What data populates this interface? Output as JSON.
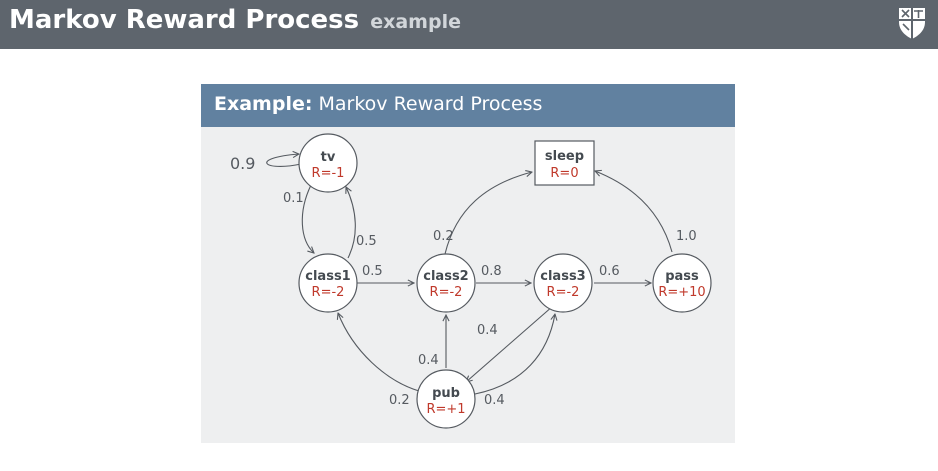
{
  "header": {
    "title": "Markov Reward Process",
    "subtitle": "example",
    "crest_icon": "shield-crest-icon"
  },
  "card": {
    "title_bold": "Example:",
    "title_rest": "Markov Reward Process"
  },
  "colors": {
    "topbar": "#5e656d",
    "card_header": "#6181a0",
    "card_bg": "#eeeff0",
    "reward_text": "#c0392b",
    "stroke": "#555a60"
  },
  "diagram": {
    "nodes": [
      {
        "id": "tv",
        "name": "tv",
        "reward": "R=-1",
        "shape": "circle"
      },
      {
        "id": "sleep",
        "name": "sleep",
        "reward": "R=0",
        "shape": "box"
      },
      {
        "id": "class1",
        "name": "class1",
        "reward": "R=-2",
        "shape": "circle"
      },
      {
        "id": "class2",
        "name": "class2",
        "reward": "R=-2",
        "shape": "circle"
      },
      {
        "id": "class3",
        "name": "class3",
        "reward": "R=-2",
        "shape": "circle"
      },
      {
        "id": "pass",
        "name": "pass",
        "reward": "R=+10",
        "shape": "circle"
      },
      {
        "id": "pub",
        "name": "pub",
        "reward": "R=+1",
        "shape": "circle"
      }
    ],
    "edges": [
      {
        "id": "tv-tv",
        "from": "tv",
        "to": "tv",
        "label": "0.9"
      },
      {
        "id": "tv-class1",
        "from": "tv",
        "to": "class1",
        "label": "0.1"
      },
      {
        "id": "class1-tv",
        "from": "class1",
        "to": "tv",
        "label": "0.5"
      },
      {
        "id": "class1-class2",
        "from": "class1",
        "to": "class2",
        "label": "0.5"
      },
      {
        "id": "class2-sleep",
        "from": "class2",
        "to": "sleep",
        "label": "0.2"
      },
      {
        "id": "class2-class3",
        "from": "class2",
        "to": "class3",
        "label": "0.8"
      },
      {
        "id": "class3-pass",
        "from": "class3",
        "to": "pass",
        "label": "0.6"
      },
      {
        "id": "pass-sleep",
        "from": "pass",
        "to": "sleep",
        "label": "1.0"
      },
      {
        "id": "class3-pub",
        "from": "class3",
        "to": "pub",
        "label": "0.4"
      },
      {
        "id": "pub-class2",
        "from": "pub",
        "to": "class2",
        "label": "0.4"
      },
      {
        "id": "pub-class1",
        "from": "pub",
        "to": "class1",
        "label": "0.2"
      },
      {
        "id": "pub-class3",
        "from": "pub",
        "to": "class3",
        "label": "0.4"
      }
    ]
  }
}
